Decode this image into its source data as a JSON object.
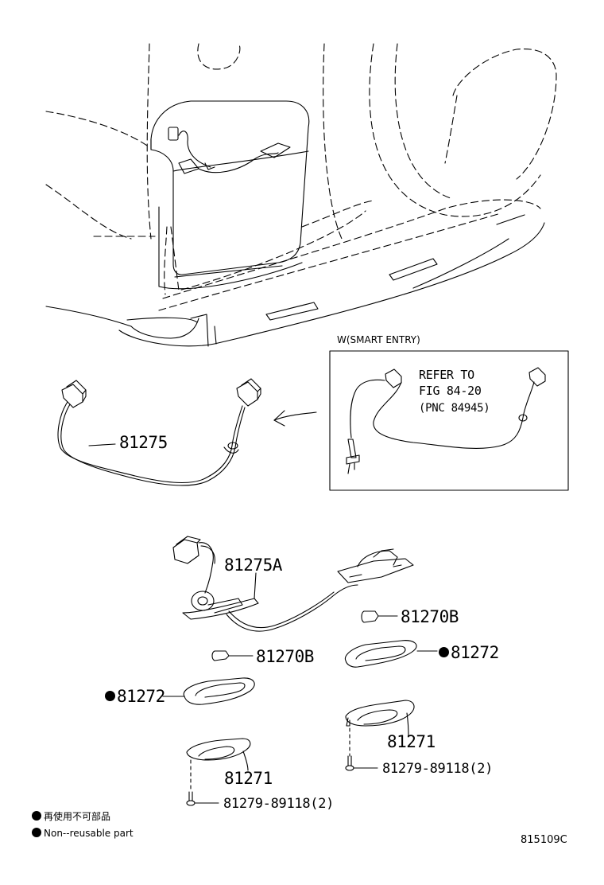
{
  "inset": {
    "title": "W(SMART ENTRY)",
    "refer_line1": "REFER TO",
    "refer_line2": "FIG 84-20",
    "pnc": "(PNC 84945)"
  },
  "parts": {
    "p81275": "81275",
    "p81275a": "81275A",
    "p81270b_right": "81270B",
    "p81270b_left": "81270B",
    "p81272_right": "81272",
    "p81272_left": "81272",
    "p81271_right": "81271",
    "p81271_left": "81271",
    "p81279_right": "81279-89118(2)",
    "p81279_left": "81279-89118(2)"
  },
  "legend": {
    "jp": "再使用不可部品",
    "en": "Non--reusable part"
  },
  "figure_number": "815109C"
}
